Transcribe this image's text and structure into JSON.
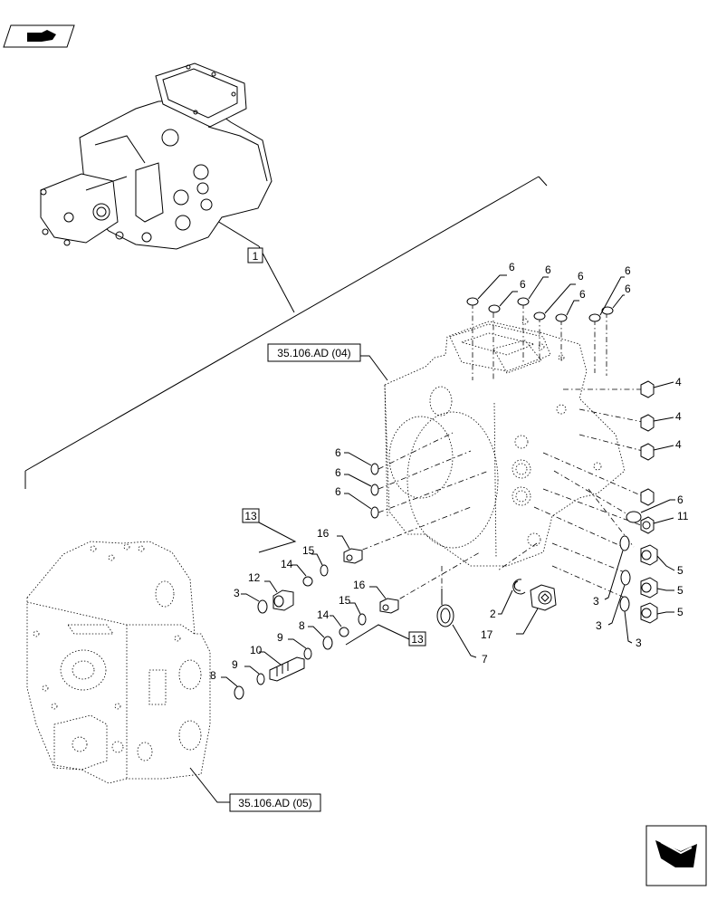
{
  "references": {
    "ref_04": "35.106.AD (04)",
    "ref_05": "35.106.AD (05)"
  },
  "callouts": {
    "assembly": "1",
    "group": "13"
  },
  "parts": {
    "p2": "2",
    "p3": "3",
    "p4": "4",
    "p5": "5",
    "p6": "6",
    "p7": "7",
    "p8": "8",
    "p9": "9",
    "p10": "10",
    "p11": "11",
    "p12": "12",
    "p14": "14",
    "p15": "15",
    "p16": "16",
    "p17": "17"
  },
  "icons": {
    "top_left": "hand-pointer-icon",
    "bottom_right": "next-page-arrow-icon"
  }
}
